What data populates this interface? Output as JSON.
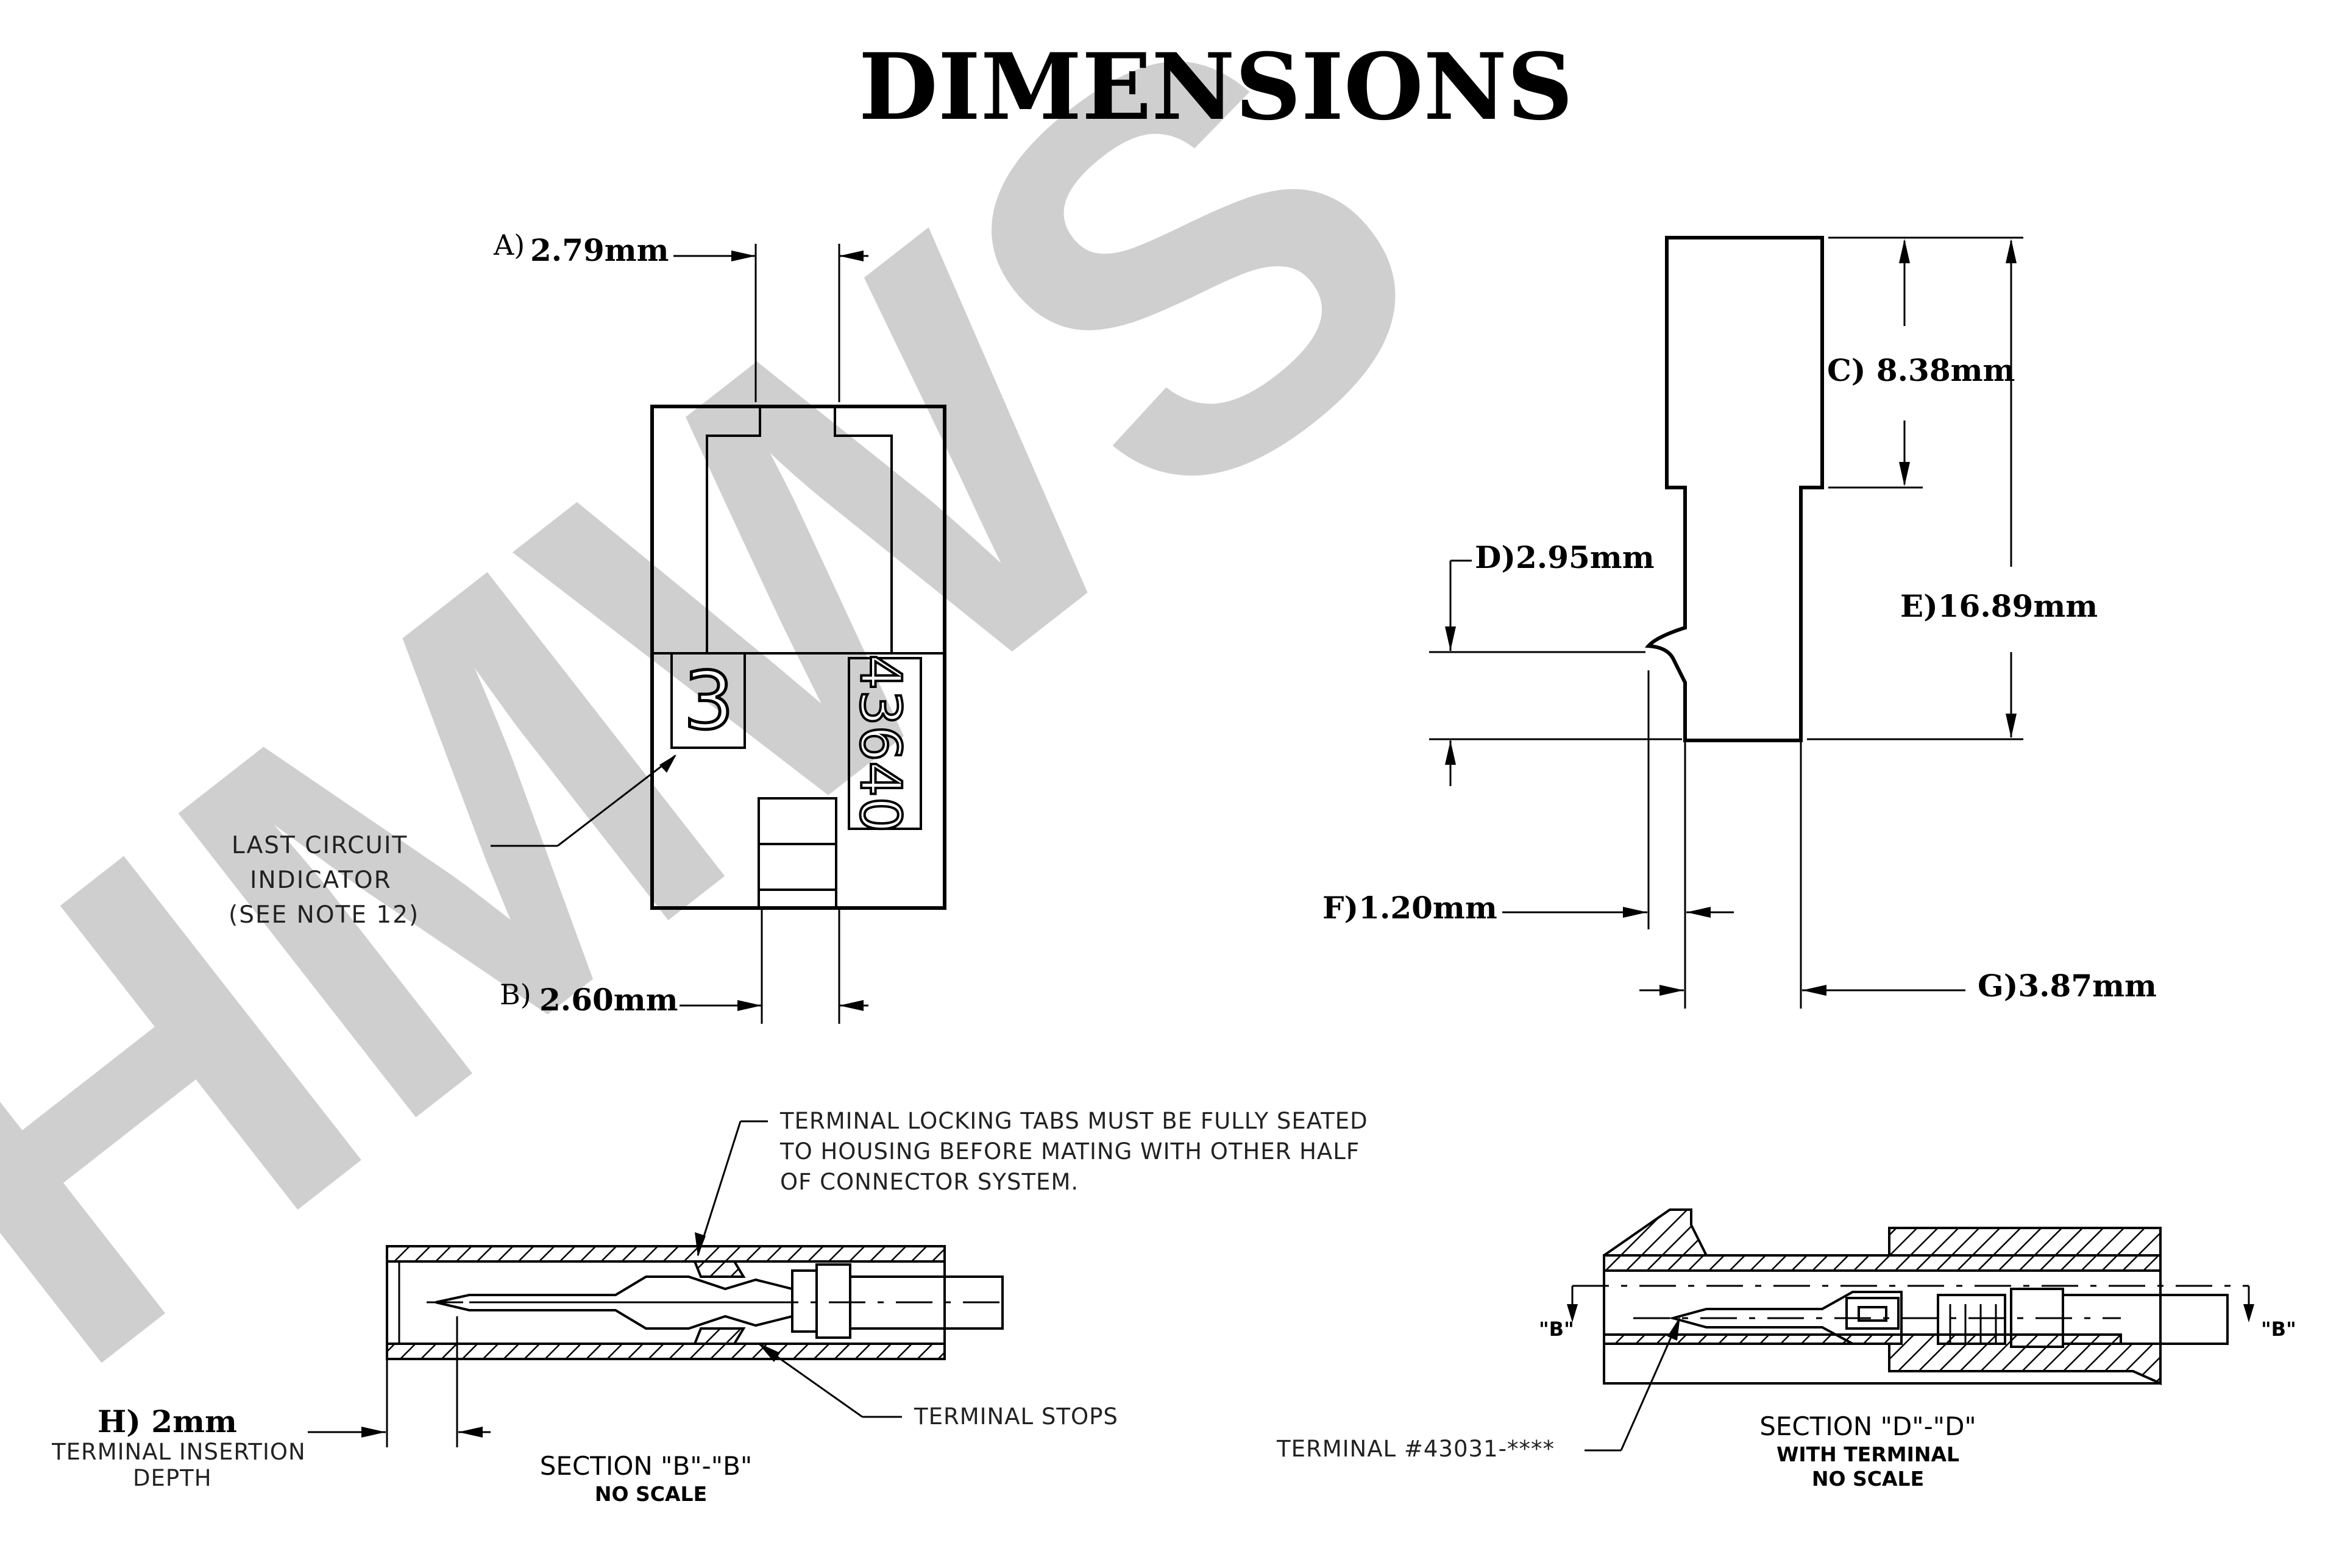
{
  "title": "DIMENSIONS",
  "watermark": "HMWS",
  "dimensions": {
    "a_prefix": "A)",
    "a_value": "2.79mm",
    "b_prefix": "B)",
    "b_value": "2.60mm",
    "c": "C) 8.38mm",
    "d": "D)2.95mm",
    "e": "E)16.89mm",
    "f": "F)1.20mm",
    "g": "G)3.87mm",
    "h": "H) 2mm",
    "h_caption_1": "TERMINAL INSERTION",
    "h_caption_2": "DEPTH"
  },
  "housing": {
    "circuit_number": "3",
    "part_number": "43640"
  },
  "notes": {
    "last_circuit_1": "LAST CIRCUIT",
    "last_circuit_2": "INDICATOR",
    "last_circuit_3": "(SEE NOTE 12)",
    "locking_1": "TERMINAL LOCKING TABS MUST BE FULLY SEATED",
    "locking_2": "TO HOUSING BEFORE MATING WITH OTHER HALF",
    "locking_3": "OF CONNECTOR SYSTEM.",
    "terminal_stops": "TERMINAL STOPS",
    "terminal_part": "TERMINAL #43031-****"
  },
  "sections": {
    "bb_title": "SECTION \"B\"-\"B\"",
    "bb_sub": "NO SCALE",
    "dd_title": "SECTION \"D\"-\"D\"",
    "dd_sub1": "WITH TERMINAL",
    "dd_sub2": "NO SCALE",
    "mark_left": "\"B\"",
    "mark_right": "\"B\""
  },
  "colors": {
    "watermark": "#cfcfcf",
    "ink": "#000000"
  }
}
